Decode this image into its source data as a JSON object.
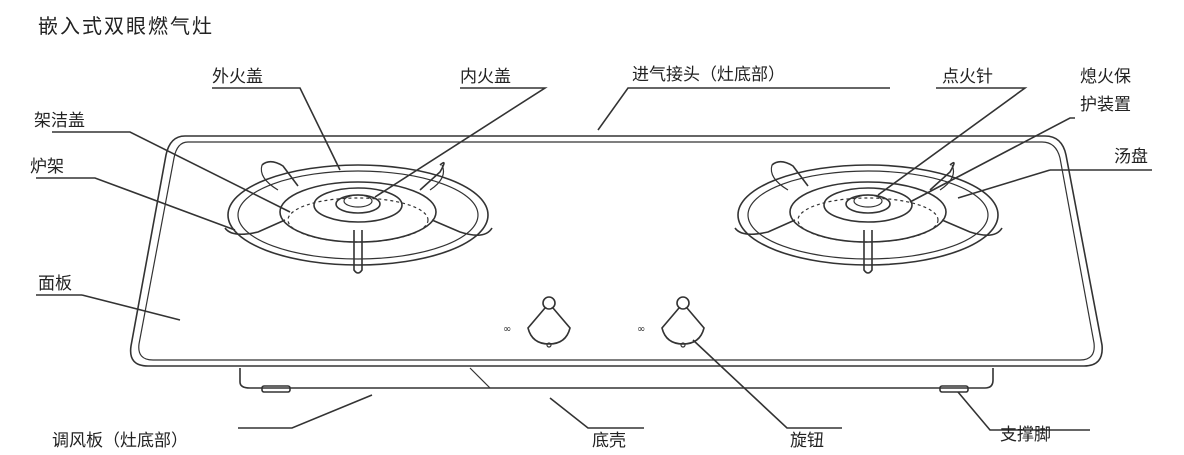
{
  "title": "嵌入式双眼燃气灶",
  "labels": {
    "outer_cap": "外火盖",
    "inner_cap": "内火盖",
    "gas_inlet": "进气接头（灶底部）",
    "igniter": "点火针",
    "flame_protect_1": "熄火保",
    "flame_protect_2": "护装置",
    "cap_holder": "架洁盖",
    "soup_tray": "汤盘",
    "pot_support": "炉架",
    "panel": "面板",
    "air_plate": "调风板（灶底部）",
    "bottom_shell": "底壳",
    "knob": "旋钮",
    "foot": "支撑脚"
  }
}
